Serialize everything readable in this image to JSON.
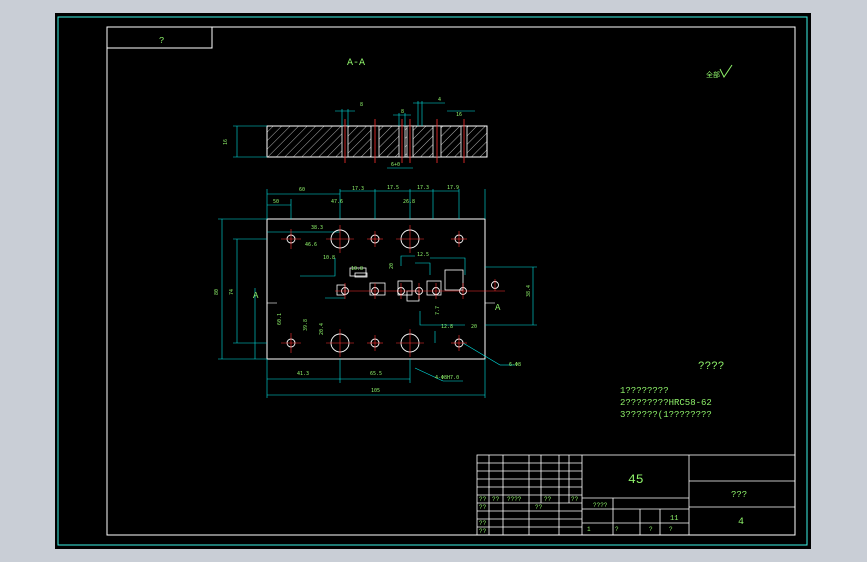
{
  "drawing": {
    "corner_tag": "?",
    "section_label": "A-A",
    "view_marker_left": "A",
    "view_marker_right": "A",
    "roughness_note": "全部",
    "tech_req_title": "????",
    "tech_notes": [
      "1????????",
      "2????????HRC58-62",
      "3??????(1????????"
    ],
    "material": "45",
    "part_name": "???",
    "sheet": "4",
    "scale_cell": "11",
    "title_small": [
      "??",
      "??",
      "????",
      "??",
      "??",
      "??",
      "??",
      "??",
      "??",
      "????",
      "1",
      "?",
      "?",
      "?"
    ]
  },
  "dimensions": {
    "section": [
      "8",
      "8",
      "4",
      "16",
      "6+0",
      "16"
    ],
    "top": [
      "60",
      "17.3",
      "17.5",
      "17.3",
      "17.9",
      "47.6",
      "26.8",
      "50",
      "38.3",
      "46.6"
    ],
    "left": [
      "80",
      "74",
      "60.1",
      "39.8",
      "20.4"
    ],
    "inner": [
      "10.8",
      "10.8",
      "12.5",
      "20",
      "7.7",
      "12.8",
      "20"
    ],
    "bottom": [
      "41.3",
      "65.5",
      "105"
    ],
    "callouts": [
      "4-Φ8H7.0",
      "6-Φ8",
      "38.4"
    ]
  },
  "colors": {
    "background": "#000000",
    "outline": "#ffffff",
    "dimension": "#00e5e5",
    "text": "#8ef26a",
    "center": "#ff3030",
    "frame": "#3df2e6"
  }
}
